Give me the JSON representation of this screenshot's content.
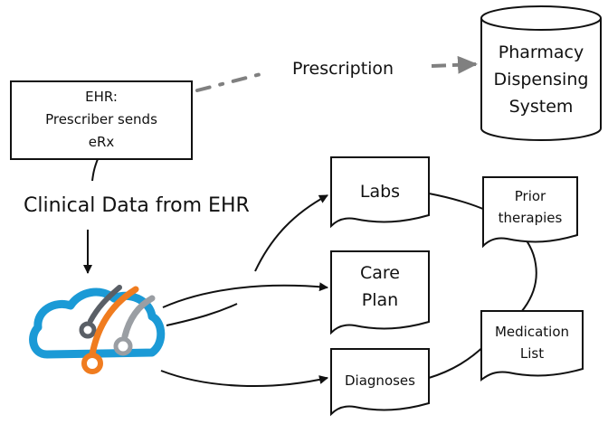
{
  "diagram": {
    "ehr_box": {
      "lines": [
        "EHR:",
        "Prescriber sends",
        "eRx"
      ]
    },
    "prescription_label": "Prescription",
    "pharmacy": {
      "lines": [
        "Pharmacy",
        "Dispensing",
        "System"
      ]
    },
    "clinical_label": "Clinical Data from EHR",
    "labs": "Labs",
    "care_plan": {
      "lines": [
        "Care",
        "Plan"
      ]
    },
    "diagnoses": "Diagnoses",
    "prior_therapies": {
      "lines": [
        "Prior",
        "therapies"
      ]
    },
    "medication_list": {
      "lines": [
        "Medication",
        "List"
      ]
    }
  },
  "colors": {
    "cloud_blue": "#1b9ad6",
    "orange": "#f07c1f",
    "gray_arrow": "#808080",
    "needle_gray": "#9a9ea3",
    "dark_gray": "#5a5f66"
  },
  "icons": [
    "cloud-gauge-logo-icon"
  ]
}
